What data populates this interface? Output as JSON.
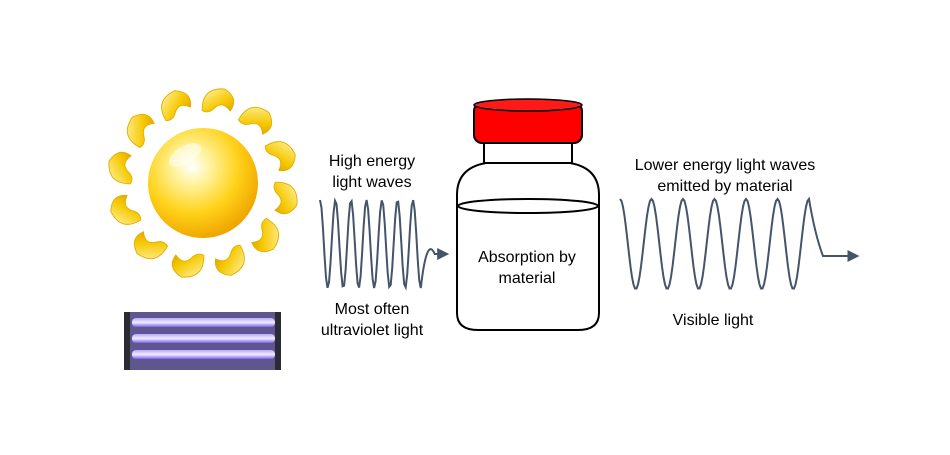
{
  "labels": {
    "high_energy": [
      "High energy",
      "light waves"
    ],
    "uv_source": [
      "Most often",
      "ultraviolet light"
    ],
    "absorption": [
      "Absorption by",
      "material"
    ],
    "lower_energy": [
      "Lower energy light waves",
      "emitted by material"
    ],
    "visible": "Visible light"
  },
  "colors": {
    "wave": "#44546a",
    "lid": "#ff0000",
    "sun_core": "#ffd21a",
    "sun_ray": "#f2c100",
    "uv_glow": "#7a5cf0",
    "jar_outline": "#000000"
  },
  "icons": {
    "sun": "sun-icon",
    "uv_lamp": "uv-lamp-image",
    "jar": "jar-icon"
  }
}
